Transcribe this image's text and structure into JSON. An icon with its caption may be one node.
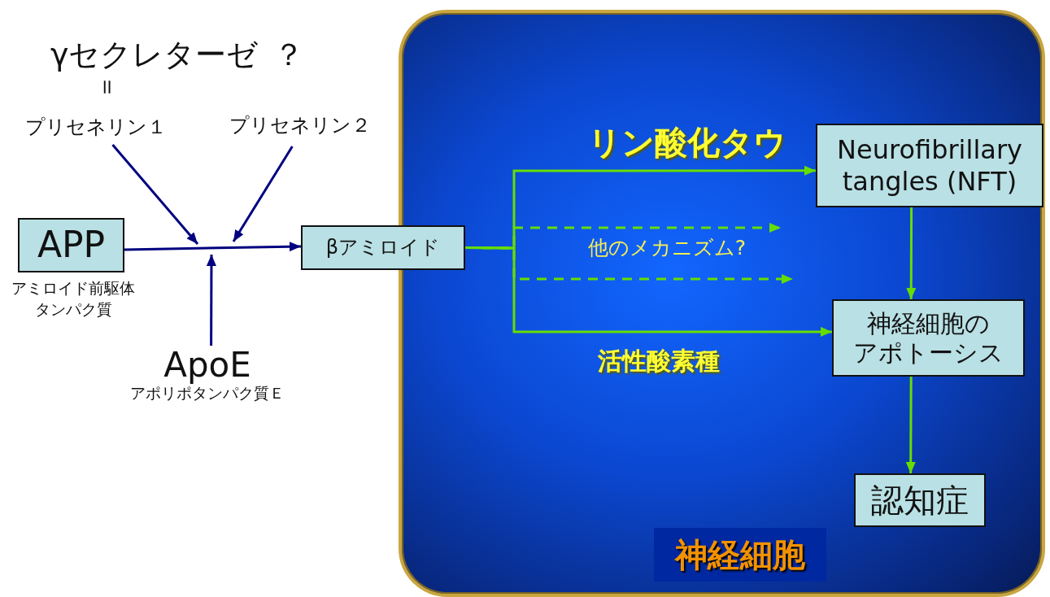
{
  "diagram": {
    "nodes": [
      {
        "text": [
          "神経細胞"
        ]
      },
      {
        "text": [
          "APP"
        ],
        "beside": [
          "アミロイド前駆体タンパク質"
        ]
      },
      {
        "text": [
          "プリセネリン１"
        ]
      },
      {
        "text": [
          "プリセネリン２"
        ]
      },
      {
        "text": [
          "ApoE",
          "アポリポタンパク質Ｅ"
        ]
      },
      {
        "text": [
          "βアミロイド"
        ]
      },
      {
        "text": [
          "Neurofibrillary tangles (NFT)"
        ],
        "in": 0
      },
      {
        "text": [
          "神経細胞のアポトーシス"
        ],
        "in": 0
      },
      {
        "text": [
          "認知症"
        ],
        "in": 0
      }
    ],
    "edges": [
      {
        "from": 1,
        "to": 5,
        "arrow": "to",
        "color": "#000080"
      },
      {
        "from": 2,
        "to": null,
        "arrow": "to",
        "color": "#000080"
      },
      {
        "from": 3,
        "to": null,
        "arrow": "to",
        "color": "#000080"
      },
      {
        "from": 4,
        "to": null,
        "arrow": "to",
        "color": "#000080"
      },
      {
        "from": 5,
        "to": 6,
        "arrow": "to",
        "label": "リン酸化タウ"
      },
      {
        "from": 5,
        "to": null,
        "arrow": "to",
        "style": "dashed"
      },
      {
        "from": 5,
        "to": null,
        "arrow": "to",
        "style": "dashed"
      },
      {
        "from": 5,
        "to": 7,
        "arrow": "to",
        "label": "活性酸素種"
      },
      {
        "from": 6,
        "to": 7,
        "arrow": "to"
      },
      {
        "from": 7,
        "to": 8,
        "arrow": "to"
      }
    ],
    "labels": [
      "γセクレターゼ",
      "？",
      "＝",
      "他のメカニズム?"
    ]
  }
}
